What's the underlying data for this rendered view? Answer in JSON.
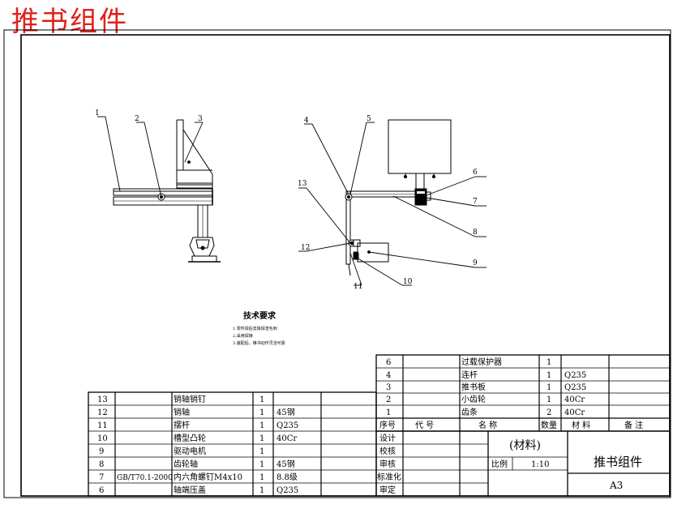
{
  "page_title": "推书组件",
  "tech": {
    "title": "技术要求",
    "lines": [
      "1.零件焊后去除焊渣毛刺",
      "2.采用焊接",
      "3.装配后，推书动作灵活可靠"
    ]
  },
  "balloons": [
    "1",
    "2",
    "3",
    "4",
    "5",
    "6",
    "7",
    "8",
    "9",
    "10",
    "11",
    "12",
    "13"
  ],
  "bom_left": [
    {
      "no": "13",
      "code": "",
      "name": "销轴销钉",
      "qty": "1",
      "mat": ""
    },
    {
      "no": "12",
      "code": "",
      "name": "销轴",
      "qty": "1",
      "mat": "45钢"
    },
    {
      "no": "11",
      "code": "",
      "name": "摆杆",
      "qty": "1",
      "mat": "Q235"
    },
    {
      "no": "10",
      "code": "",
      "name": "槽型凸轮",
      "qty": "1",
      "mat": "40Cr"
    },
    {
      "no": "9",
      "code": "",
      "name": "驱动电机",
      "qty": "1",
      "mat": ""
    },
    {
      "no": "8",
      "code": "",
      "name": "齿轮轴",
      "qty": "1",
      "mat": "45钢"
    },
    {
      "no": "7",
      "code": "GB/T70.1-2000",
      "name": "内六角螺钉M4x10",
      "qty": "1",
      "mat": "8.8级"
    },
    {
      "no": "6",
      "code": "",
      "name": "轴端压盖",
      "qty": "1",
      "mat": "Q235"
    }
  ],
  "bom_right": [
    {
      "no": "6",
      "code": "",
      "name": "过载保护器",
      "qty": "1",
      "mat": ""
    },
    {
      "no": "4",
      "code": "",
      "name": "连杆",
      "qty": "1",
      "mat": "Q235"
    },
    {
      "no": "3",
      "code": "",
      "name": "推书板",
      "qty": "1",
      "mat": "Q235"
    },
    {
      "no": "2",
      "code": "",
      "name": "小齿轮",
      "qty": "1",
      "mat": "40Cr"
    },
    {
      "no": "1",
      "code": "",
      "name": "齿条",
      "qty": "2",
      "mat": "40Cr"
    }
  ],
  "header": {
    "no": "序号",
    "code": "代 号",
    "name": "名 称",
    "qty": "数量",
    "mat": "材 料",
    "note": "备 注"
  },
  "title_block": {
    "roles": [
      "设计",
      "校核",
      "审核",
      "标准化",
      "审定"
    ],
    "material": "(材料)",
    "scale_label": "比例",
    "scale": "1:10",
    "drawing_name": "推书组件",
    "size": "A3"
  }
}
